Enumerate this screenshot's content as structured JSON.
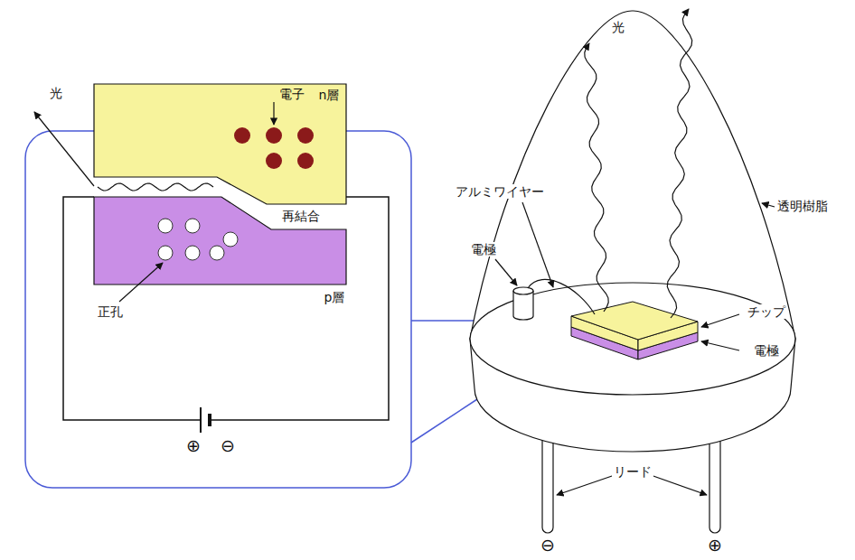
{
  "diagram": {
    "nodes": [
      {
        "text": [
          "n層"
        ]
      },
      {
        "text": [
          "再結合"
        ]
      },
      {
        "text": [
          "p層"
        ]
      }
    ],
    "labels": [
      "光",
      "電子",
      "正孔",
      "⊕",
      "⊖",
      "光",
      "アルミワイヤー",
      "透明樹脂",
      "電極",
      "チップ",
      "電極",
      "リード",
      "⊖",
      "⊕"
    ]
  }
}
